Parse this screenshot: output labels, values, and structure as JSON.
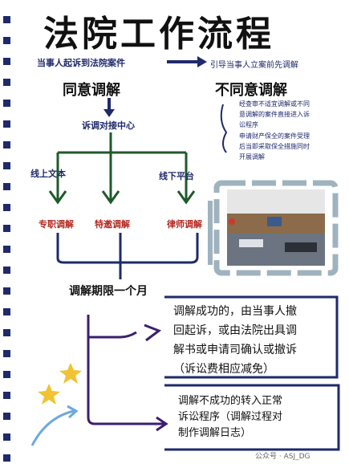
{
  "title": "法院工作流程",
  "top_left": "当事人起诉到法院案件",
  "top_right": "引导当事人立案前先调解",
  "agree": "同意调解",
  "disagree": "不同意调解",
  "center": "诉调对接中心",
  "online": "线上文本",
  "offline": "线下平台",
  "mediators": [
    "专职调解",
    "特邀调解",
    "律师调解"
  ],
  "disagree_notes": [
    [
      "经查审不适宜调解或不同",
      "意调解的案件直接进入诉",
      "讼程序"
    ],
    [
      "申请财产保全的案件受理",
      "后当即采取保全措施同时",
      "开展调解"
    ]
  ],
  "deadline": "调解期限一个月",
  "success_lines": [
    "调解成功的，由当事人撤",
    "回起诉，或由法院出具调",
    "解书或申请司确认或撤诉",
    "（诉讼费相应减免）"
  ],
  "fail_lines": [
    "调解不成功的转入正常",
    "诉讼程序（调解过程对",
    "制作调解日志）"
  ],
  "watermark": "公众号 · ASJ_DG",
  "colors": {
    "navy": "#1f2a6b",
    "red": "#b3261e",
    "green": "#1f5a2a",
    "purple": "#3b1f6e"
  }
}
